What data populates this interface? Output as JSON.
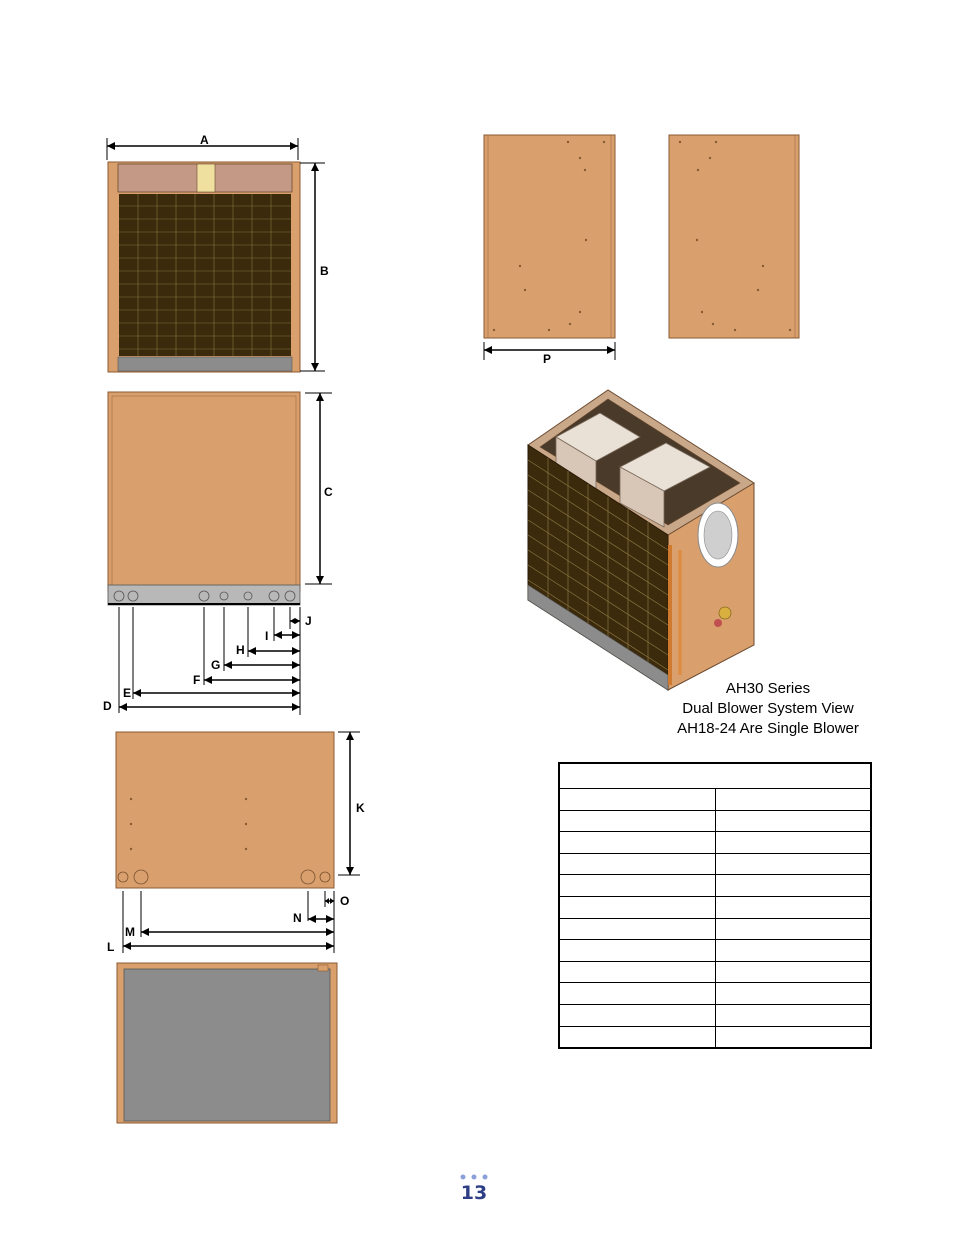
{
  "labels": {
    "A": "A",
    "B": "B",
    "C": "C",
    "D": "D",
    "E": "E",
    "F": "F",
    "G": "G",
    "H": "H",
    "I": "I",
    "J": "J",
    "K": "K",
    "L": "L",
    "M": "M",
    "N": "N",
    "O": "O",
    "P": "P"
  },
  "caption": {
    "line1": "AH30 Series",
    "line2": "Dual Blower System View",
    "line3": "AH18-24 Are Single Blower"
  },
  "spec_table": {
    "rows": 13,
    "columns": 2
  },
  "page_number": "13",
  "colors": {
    "panel": "#D9A06E",
    "panel_edge": "#8a5a30",
    "coil": "#3b2a0c",
    "bottom_panel": "#8c8c8c",
    "page_number": "#2f3f86",
    "dots": "#8aa0d8"
  }
}
